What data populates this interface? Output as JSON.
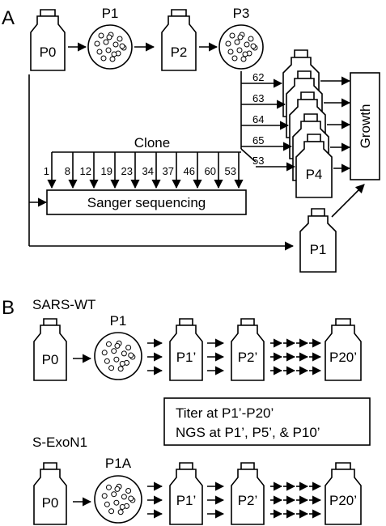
{
  "panel_a": {
    "letter": "A",
    "flasks": {
      "p0": "P0",
      "p2": "P2",
      "p4": "P4",
      "p1_lower": "P1"
    },
    "plates": {
      "p1": "P1",
      "p3": "P3"
    },
    "clone_label": "Clone",
    "clones": [
      "1",
      "8",
      "12",
      "19",
      "23",
      "34",
      "37",
      "46",
      "60",
      "53"
    ],
    "passage_clones": [
      "62",
      "63",
      "64",
      "65",
      "53"
    ],
    "sanger": "Sanger sequencing",
    "growth": "Growth"
  },
  "panel_b": {
    "letter": "B",
    "wt": {
      "title": "SARS-WT",
      "p0": "P0",
      "plate": "P1",
      "f1": "P1’",
      "f2": "P2’",
      "f20": "P20’"
    },
    "exon": {
      "title": "S-ExoN1",
      "p0": "P0",
      "plate": "P1A",
      "f1": "P1’",
      "f2": "P2’",
      "f20": "P20’"
    },
    "info_lines": [
      "Titer at P1’-P20’",
      "NGS at P1’, P5’, & P10’"
    ]
  }
}
